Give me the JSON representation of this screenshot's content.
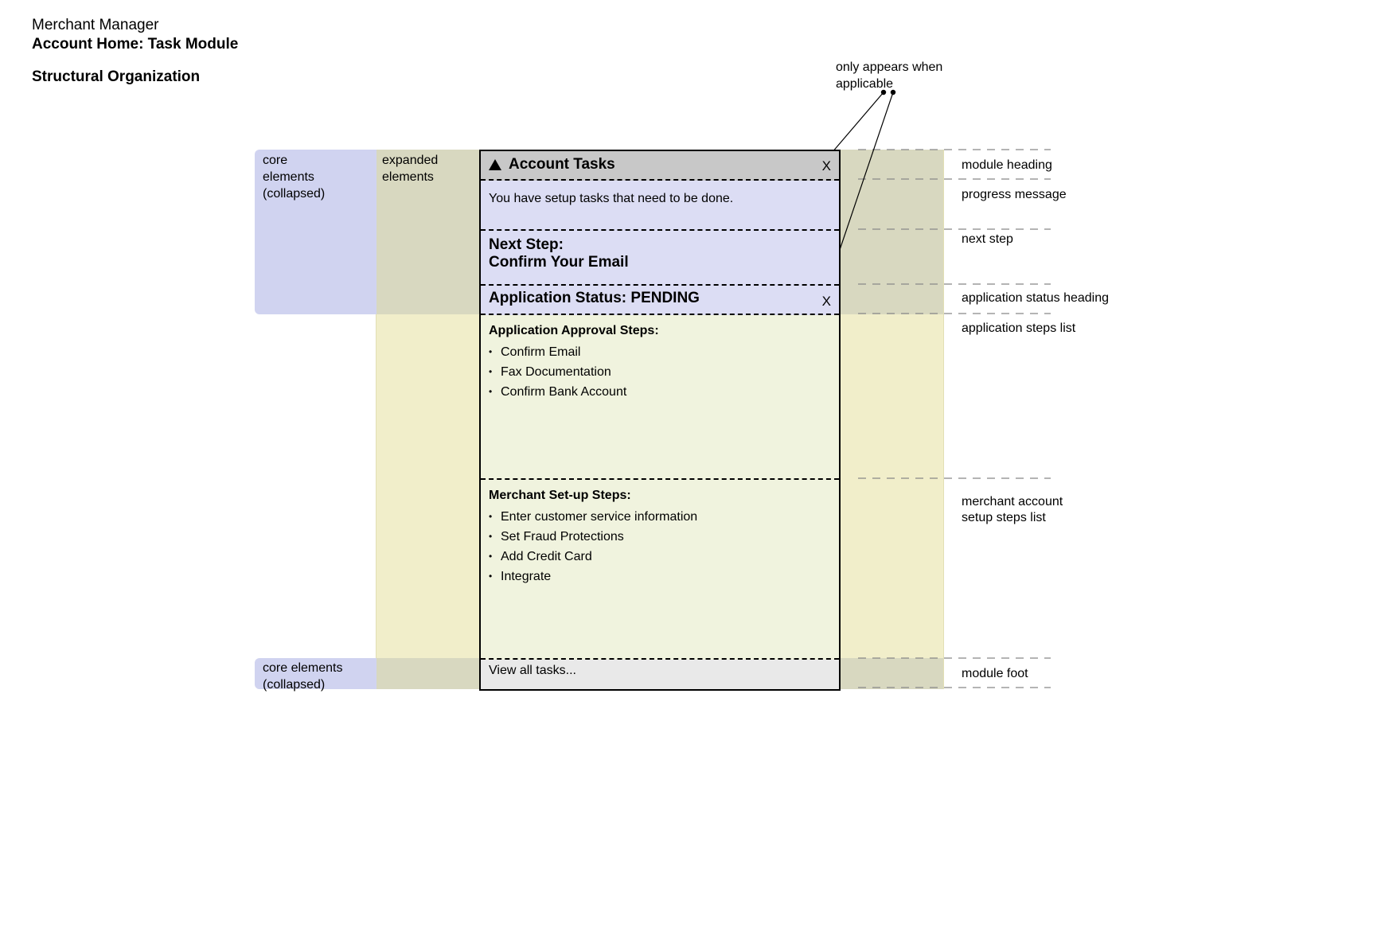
{
  "header": {
    "app_name": "Merchant Manager",
    "page_title": "Account Home: Task Module",
    "section_title": "Structural Organization"
  },
  "bands": {
    "core_top_label": "core\nelements\n(collapsed)",
    "expanded_label": "expanded\nelements",
    "core_bottom_label": "core elements\n(collapsed)"
  },
  "callout": {
    "text": "only appears when\napplicable"
  },
  "module": {
    "heading": "Account Tasks",
    "close_label": "X",
    "progress_message": "You have setup tasks that need to be done.",
    "next_step_label": "Next Step:",
    "next_step_value": "Confirm Your Email",
    "status_heading": "Application Status: PENDING",
    "status_close_label": "X",
    "approval_title": "Application Approval Steps:",
    "approval_steps": [
      "Confirm Email",
      "Fax Documentation",
      "Confirm Bank Account"
    ],
    "setup_title": "Merchant Set-up Steps:",
    "setup_steps": [
      "Enter customer service information",
      "Set Fraud Protections",
      "Add Credit Card",
      "Integrate"
    ],
    "foot_link": "View all tasks..."
  },
  "annotations": {
    "module_heading": "module heading",
    "progress_message": "progress message",
    "next_step": "next step",
    "status_heading": "application status heading",
    "steps_list": "application steps list",
    "merchant_steps": "merchant account\nsetup steps list",
    "module_foot": "module foot"
  },
  "colors": {
    "core": "#d0d3f0",
    "expanded": "#f1eeca",
    "overlap": "#d8d8c0",
    "module_head": "#c8c8c8",
    "core_section": "#dcddf4",
    "expanded_section": "#f0f3de",
    "foot": "#e9e9e9"
  }
}
